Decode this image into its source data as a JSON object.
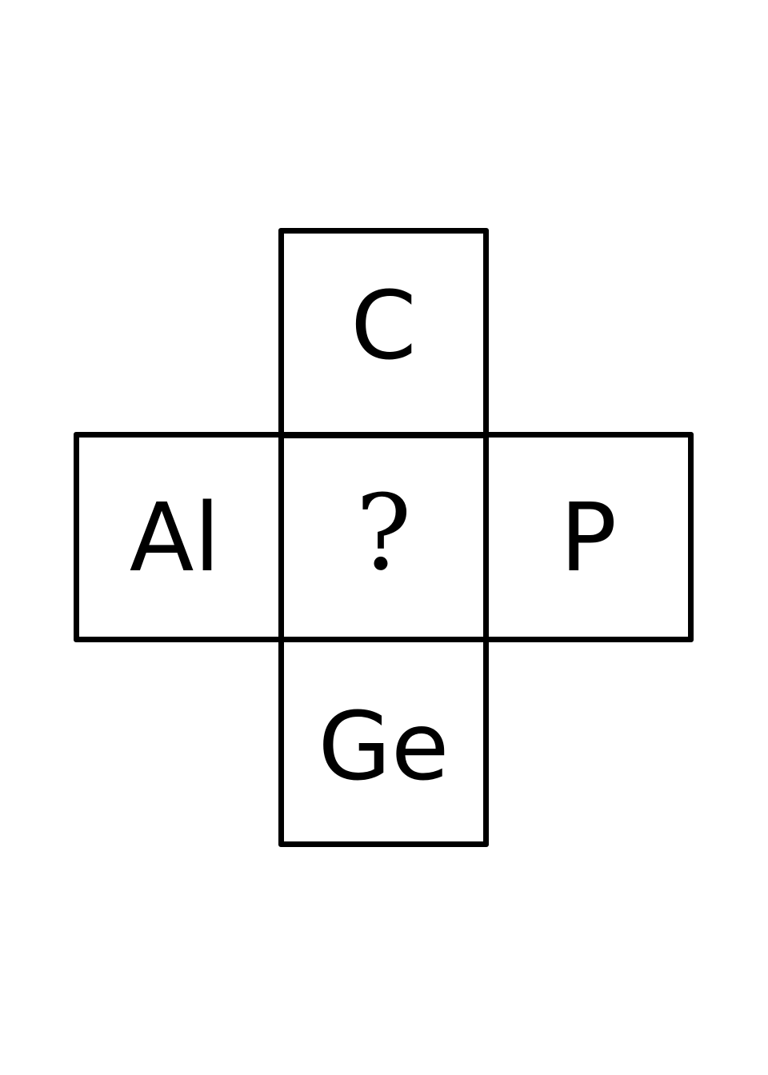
{
  "cross": {
    "top": "C",
    "left": "Al",
    "center": "?",
    "right": "P",
    "bottom": "Ge"
  }
}
